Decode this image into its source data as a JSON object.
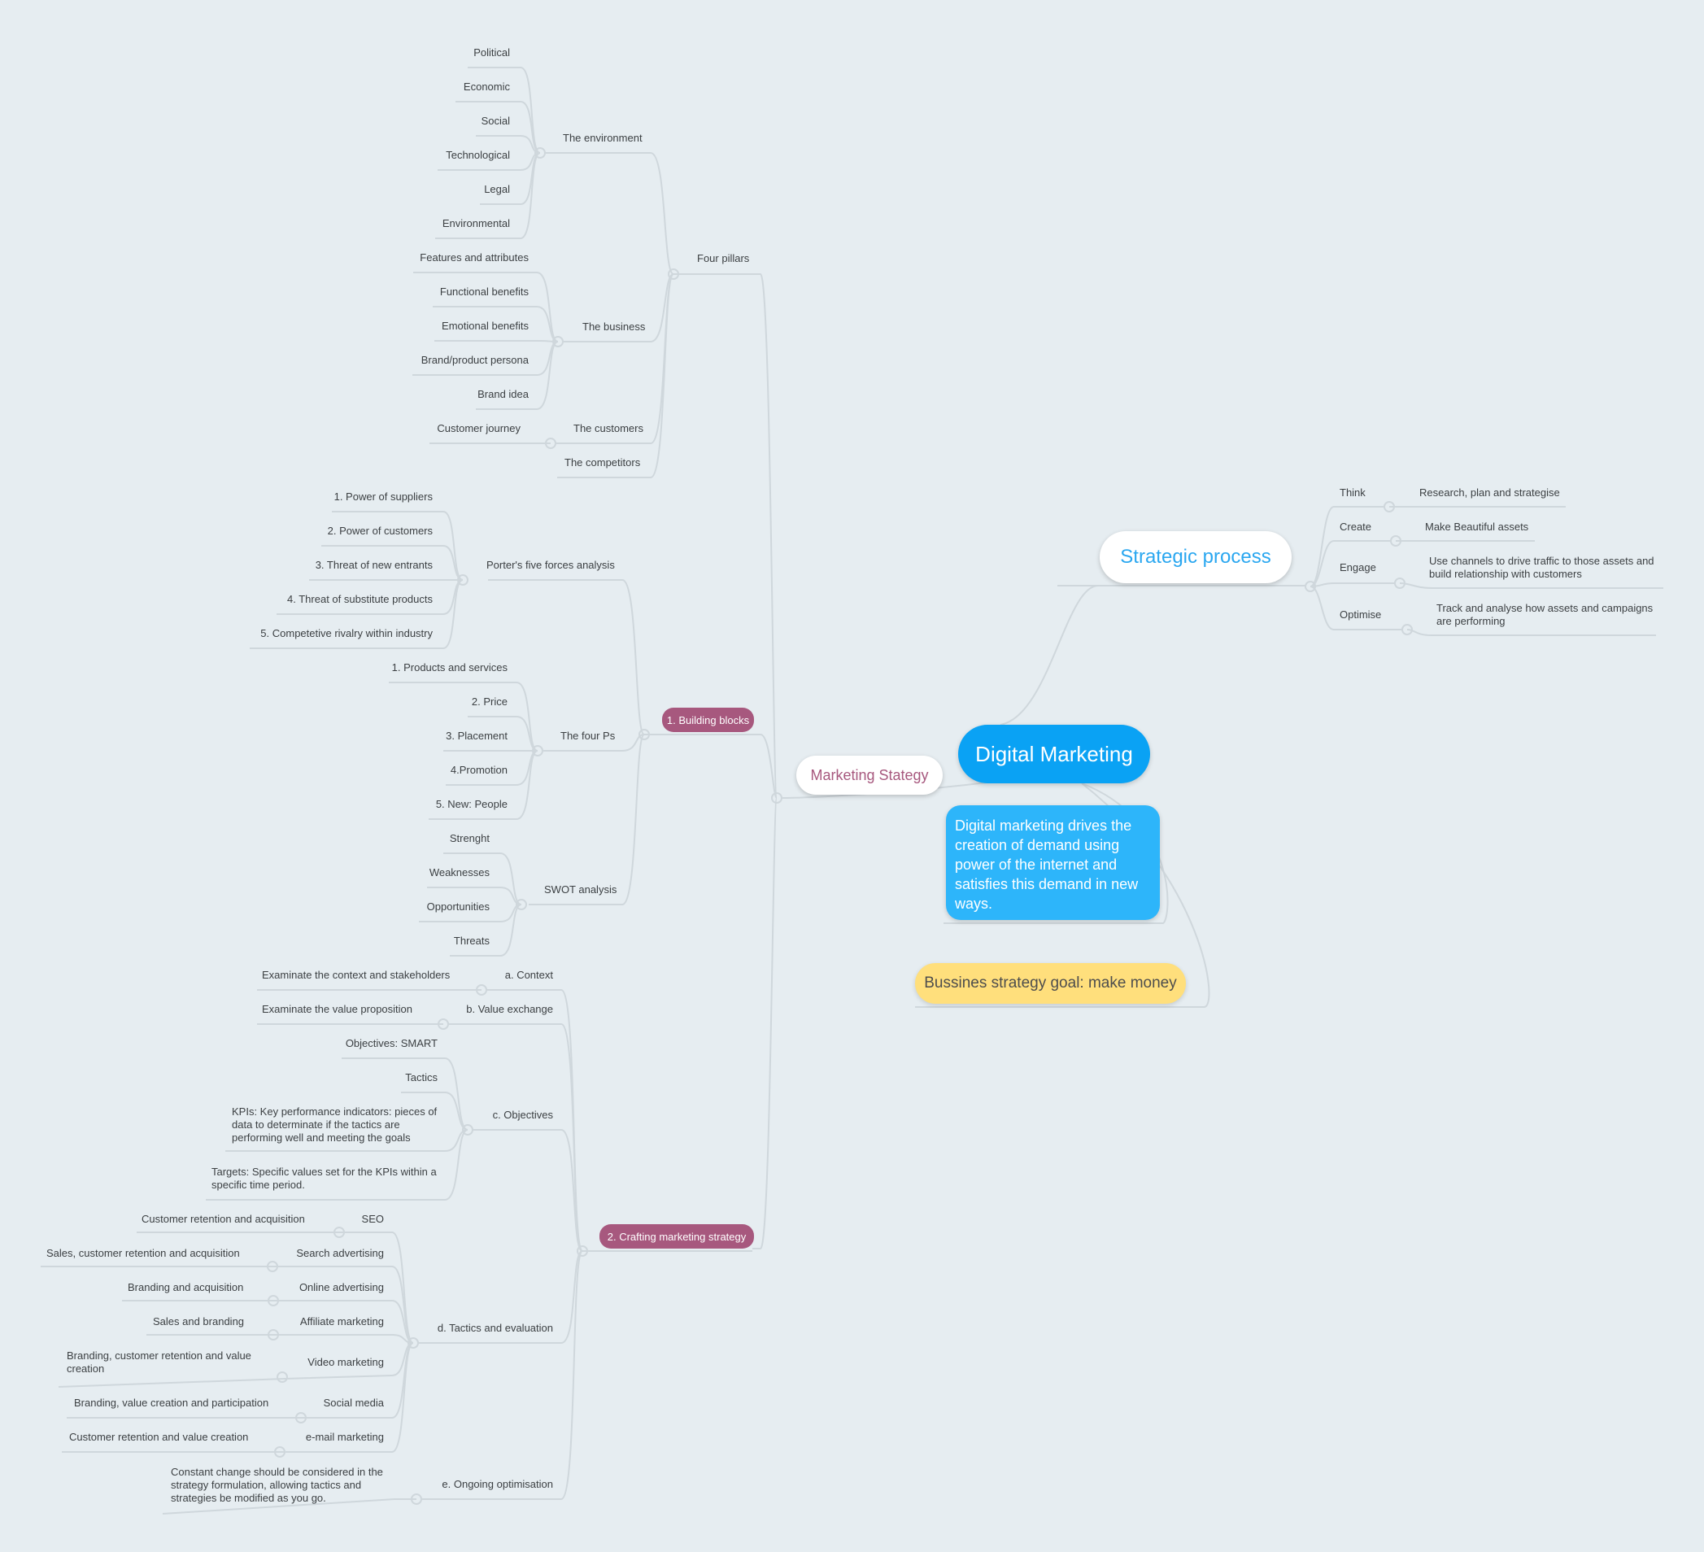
{
  "root": {
    "title": "Digital Marketing",
    "note": "Digital marketing drives the creation of demand using power of the internet and satisfies this demand in new ways.",
    "goal": "Bussines strategy goal: make money"
  },
  "strategic_process": {
    "title": "Strategic process",
    "steps": [
      {
        "label": "Think",
        "detail": "Research, plan and strategise"
      },
      {
        "label": "Create",
        "detail": "Make Beautiful assets"
      },
      {
        "label": "Engage",
        "detail": "Use channels to drive traffic to those assets and build relationship with customers"
      },
      {
        "label": "Optimise",
        "detail": "Track and analyse how assets and campaigns are performing"
      }
    ]
  },
  "marketing_strategy": {
    "title": "Marketing Stategy",
    "four_pillars": {
      "label": "Four pillars",
      "environment": {
        "label": "The environment",
        "items": [
          "Political",
          "Economic",
          "Social",
          "Technological",
          "Legal",
          "Environmental"
        ]
      },
      "business": {
        "label": "The business",
        "items": [
          "Features and attributes",
          "Functional benefits",
          "Emotional benefits",
          "Brand/product persona",
          "Brand idea"
        ]
      },
      "customers": {
        "label": "The customers",
        "items": [
          "Customer journey"
        ]
      },
      "competitors": {
        "label": "The competitors"
      }
    },
    "building_blocks": {
      "label": "1. Building blocks",
      "porter": {
        "label": "Porter's five forces analysis",
        "items": [
          "1. Power of suppliers",
          "2. Power of customers",
          "3. Threat of new entrants",
          "4. Threat of substitute products",
          "5. Competetive rivalry within industry"
        ]
      },
      "four_ps": {
        "label": "The four Ps",
        "items": [
          "1. Products and services",
          "2. Price",
          "3. Placement",
          "4.Promotion",
          "5. New: People"
        ]
      },
      "swot": {
        "label": "SWOT analysis",
        "items": [
          "Strenght",
          "Weaknesses",
          "Opportunities",
          "Threats"
        ]
      }
    },
    "crafting": {
      "label": "2. Crafting marketing strategy",
      "context": {
        "label": "a. Context",
        "item": "Examinate the context and stakeholders"
      },
      "value_exchange": {
        "label": "b. Value exchange",
        "item": "Examinate the value proposition"
      },
      "objectives": {
        "label": "c. Objectives",
        "items": [
          "Objectives: SMART",
          "Tactics",
          "KPIs: Key performance indicators: pieces of data to determinate if the tactics are performing well and meeting the goals",
          "Targets: Specific values set for the KPIs within a specific time period."
        ]
      },
      "tactics": {
        "label": "d. Tactics and evaluation",
        "items": [
          {
            "label": "SEO",
            "detail": "Customer retention and acquisition"
          },
          {
            "label": "Search advertising",
            "detail": "Sales, customer retention and acquisition"
          },
          {
            "label": "Online advertising",
            "detail": "Branding and acquisition"
          },
          {
            "label": "Affiliate marketing",
            "detail": "Sales and branding"
          },
          {
            "label": "Video marketing",
            "detail": "Branding, customer retention and value creation"
          },
          {
            "label": "Social media",
            "detail": "Branding, value creation and participation"
          },
          {
            "label": "e-mail marketing",
            "detail": "Customer retention and value creation"
          }
        ]
      },
      "ongoing": {
        "label": "e. Ongoing optimisation",
        "item": "Constant change should be considered in the strategy formulation, allowing tactics and strategies be modified as you go."
      }
    }
  },
  "colors": {
    "root": "#0aa2f4",
    "note": "#2db5fa",
    "goal": "#ffdf7c",
    "tag": "#a7587e",
    "accent_text": "#2aa7f0",
    "strategy_text": "#a7587e",
    "lines": "#cfd7dc",
    "background": "#e6edf1"
  }
}
